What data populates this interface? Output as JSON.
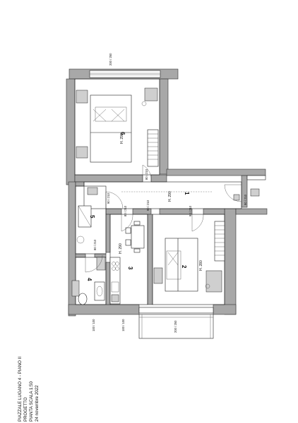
{
  "title_block": {
    "line1": "PIAZZALE LUGANO 4 - PIANO II",
    "line2": "PROGETTO",
    "line3": "PIANTA SCALA 1:50",
    "line4": "24 novembre 2022"
  },
  "rooms": {
    "r1": {
      "number": "1",
      "height": "H. 290"
    },
    "r2": {
      "number": "2",
      "height": "H. 280"
    },
    "r3": {
      "number": "3",
      "height": "H. 290"
    },
    "r4": {
      "number": "4"
    },
    "r5": {
      "number": "5"
    },
    "r6": {
      "number": "6",
      "height": "H. 290"
    }
  },
  "dimensions": {
    "top_window": "200 / 250",
    "bottom_window_left_a": "100 / 100",
    "bottom_window_left_b": "100 / 100",
    "bottom_window_right": "200 / 250",
    "door_room6": "80 / 210",
    "door_corridor_left": "90 / 210",
    "door_kitchen": "80 / 210",
    "door_room2": "90 / 210",
    "door_bath": "80 / 210",
    "door_entry": "90 / 210",
    "door_right": "90 / 210"
  }
}
